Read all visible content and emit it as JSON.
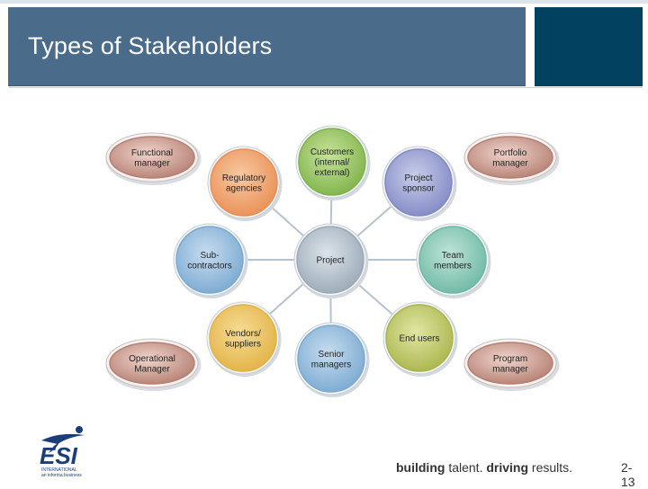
{
  "slide": {
    "title": "Types of Stakeholders",
    "tagline": {
      "part1": "building",
      "part2": " talent. ",
      "part3": "driving",
      "part4": " results."
    },
    "page_number": "2-13",
    "logo": {
      "wordmark": "ESI",
      "subtext_line1": "INTERNATIONAL",
      "subtext_line2": "an informa business"
    }
  },
  "diagram": {
    "center": "Project",
    "inner_nodes": [
      {
        "lines": [
          "Customers",
          "(internal/",
          "external)"
        ],
        "color": "green"
      },
      {
        "lines": [
          "Project",
          "sponsor"
        ],
        "color": "purple"
      },
      {
        "lines": [
          "Team",
          "members"
        ],
        "color": "teal"
      },
      {
        "lines": [
          "End users"
        ],
        "color": "olive"
      },
      {
        "lines": [
          "Senior",
          "managers"
        ],
        "color": "blue"
      },
      {
        "lines": [
          "Vendors/",
          "suppliers"
        ],
        "color": "yellow"
      },
      {
        "lines": [
          "Sub-",
          "contractors"
        ],
        "color": "blue"
      },
      {
        "lines": [
          "Regulatory",
          "agencies"
        ],
        "color": "orange"
      }
    ],
    "corner_nodes": [
      {
        "lines": [
          "Functional",
          "manager"
        ]
      },
      {
        "lines": [
          "Portfolio",
          "manager"
        ]
      },
      {
        "lines": [
          "Operational",
          "Manager"
        ]
      },
      {
        "lines": [
          "Program",
          "manager"
        ]
      }
    ],
    "colors": {
      "green": [
        "#c7e39a",
        "#7fb24a"
      ],
      "purple": [
        "#c9cdeb",
        "#8089c4"
      ],
      "teal": [
        "#bfe3d8",
        "#6db9a3"
      ],
      "olive": [
        "#e0e6a3",
        "#a9b54c"
      ],
      "blue": [
        "#c6dcef",
        "#7aa9d1"
      ],
      "yellow": [
        "#f6dc96",
        "#e2b245"
      ],
      "orange": [
        "#f8c9a3",
        "#e98f55"
      ],
      "center": [
        "#dbe3ea",
        "#9aa9b6"
      ],
      "corner": [
        "#f0d4cc",
        "#b57f72"
      ],
      "line": "#b7c3cc"
    }
  }
}
